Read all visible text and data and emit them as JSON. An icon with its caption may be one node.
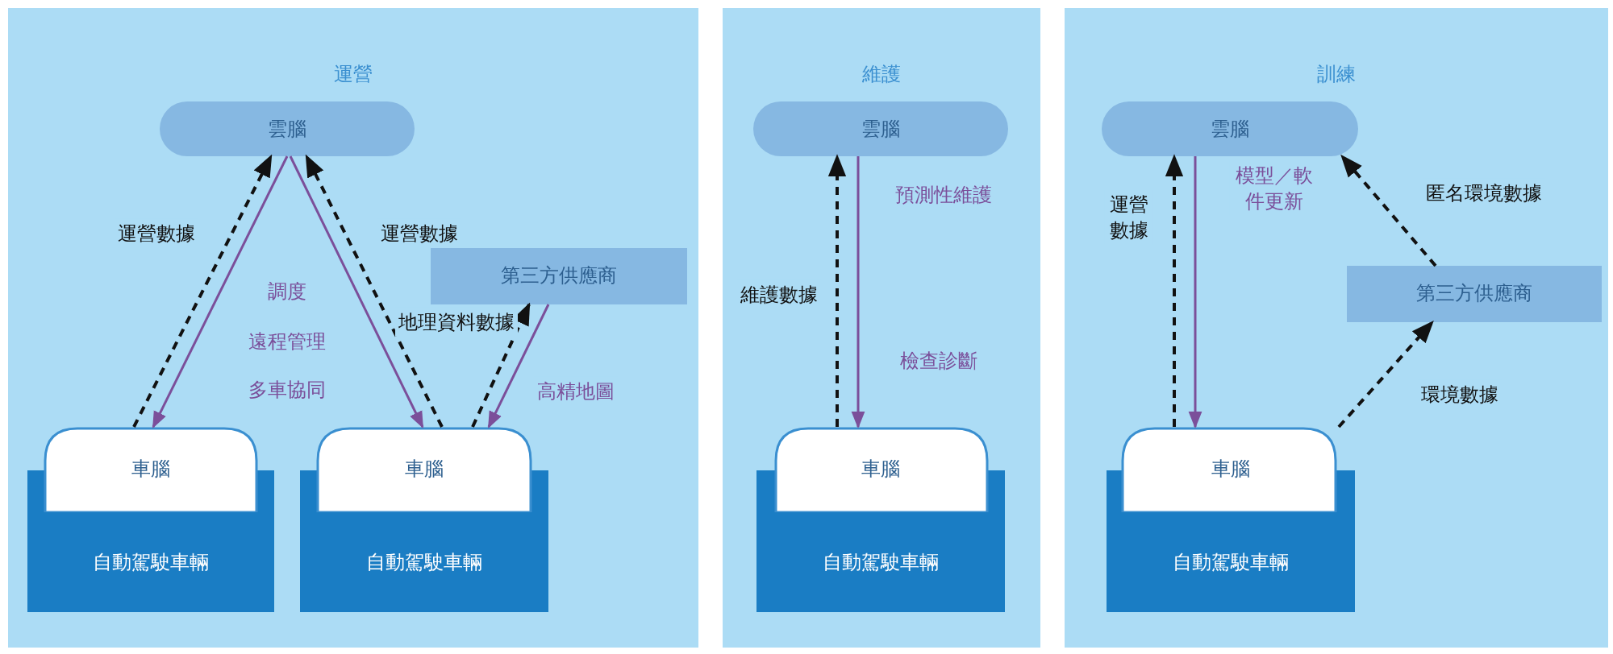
{
  "diagram": {
    "nodes": [
      {
        "text": [
          "運營"
        ]
      },
      {
        "text": [
          "雲腦"
        ],
        "in": 0
      },
      {
        "text": [
          "車腦"
        ],
        "in": 0
      },
      {
        "text": [
          "自動駕駛車輛"
        ],
        "in": 0
      },
      {
        "text": [
          "車腦"
        ],
        "in": 0
      },
      {
        "text": [
          "自動駕駛車輛"
        ],
        "in": 0
      },
      {
        "text": [
          "第三方供應商"
        ],
        "in": 0
      },
      {
        "text": [
          "維護"
        ]
      },
      {
        "text": [
          "雲腦"
        ],
        "in": 7
      },
      {
        "text": [
          "車腦"
        ],
        "in": 7
      },
      {
        "text": [
          "自動駕駛車輛"
        ],
        "in": 7
      },
      {
        "text": [
          "訓練"
        ]
      },
      {
        "text": [
          "雲腦"
        ],
        "in": 11
      },
      {
        "text": [
          "第三方供應商"
        ],
        "in": 11
      },
      {
        "text": [
          "車腦"
        ],
        "in": 11
      },
      {
        "text": [
          "自動駕駛車輛"
        ],
        "in": 11
      }
    ],
    "edges": [
      {
        "from": 2,
        "to": 1,
        "arrow": "to",
        "style": "dashed",
        "label": "運營數據"
      },
      {
        "from": 1,
        "to": 2,
        "arrow": "to",
        "color": "#7b4f9a"
      },
      {
        "from": 1,
        "to": 4,
        "arrow": "to",
        "color": "#7b4f9a"
      },
      {
        "from": 4,
        "to": 1,
        "arrow": "to",
        "style": "dashed",
        "label": "運營數據"
      },
      {
        "from": 4,
        "to": 6,
        "arrow": "to",
        "style": "dashed",
        "label": "地理資料數據"
      },
      {
        "from": 6,
        "to": 4,
        "arrow": "to",
        "color": "#7b4f9a",
        "label": "高精地圖"
      },
      {
        "from": 9,
        "to": 8,
        "arrow": "to",
        "style": "dashed",
        "label": "維護數據"
      },
      {
        "from": 8,
        "to": 9,
        "arrow": "to",
        "color": "#7b4f9a",
        "label": "預測性維護"
      },
      {
        "from": 14,
        "to": 12,
        "arrow": "to",
        "style": "dashed",
        "label": "運營數據"
      },
      {
        "from": 12,
        "to": 14,
        "arrow": "to",
        "color": "#7b4f9a",
        "label": "模型／軟件更新"
      },
      {
        "from": 13,
        "to": 12,
        "arrow": "to",
        "style": "dashed",
        "label": "匿名環境數據"
      },
      {
        "from": 14,
        "to": 13,
        "arrow": "to",
        "style": "dashed",
        "label": "環境數據"
      }
    ],
    "labels": [
      "調度",
      "遠程管理",
      "多車協同",
      "檢查診斷"
    ]
  }
}
